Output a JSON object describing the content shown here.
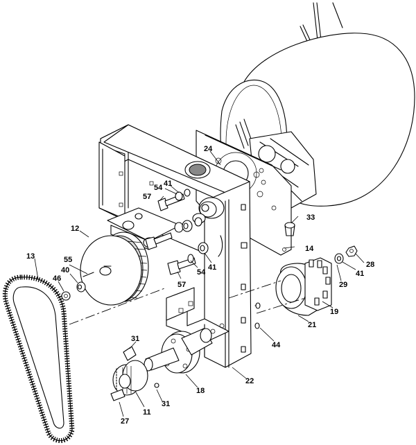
{
  "diagram": {
    "callouts": [
      {
        "id": "c24",
        "text": "24"
      },
      {
        "id": "c41a",
        "text": "41"
      },
      {
        "id": "c54a",
        "text": "54"
      },
      {
        "id": "c57a",
        "text": "57"
      },
      {
        "id": "c33",
        "text": "33"
      },
      {
        "id": "c12",
        "text": "12"
      },
      {
        "id": "c14",
        "text": "14"
      },
      {
        "id": "c13",
        "text": "13"
      },
      {
        "id": "c55",
        "text": "55"
      },
      {
        "id": "c28",
        "text": "28"
      },
      {
        "id": "c40",
        "text": "40"
      },
      {
        "id": "c41b",
        "text": "41"
      },
      {
        "id": "c29",
        "text": "29"
      },
      {
        "id": "c46",
        "text": "46"
      },
      {
        "id": "c41c",
        "text": "41"
      },
      {
        "id": "c54b",
        "text": "54"
      },
      {
        "id": "c57b",
        "text": "57"
      },
      {
        "id": "c19",
        "text": "19"
      },
      {
        "id": "c21",
        "text": "21"
      },
      {
        "id": "c44",
        "text": "44"
      },
      {
        "id": "c31a",
        "text": "31"
      },
      {
        "id": "c22",
        "text": "22"
      },
      {
        "id": "c18",
        "text": "18"
      },
      {
        "id": "c31b",
        "text": "31"
      },
      {
        "id": "c11",
        "text": "11"
      },
      {
        "id": "c27",
        "text": "27"
      }
    ]
  }
}
